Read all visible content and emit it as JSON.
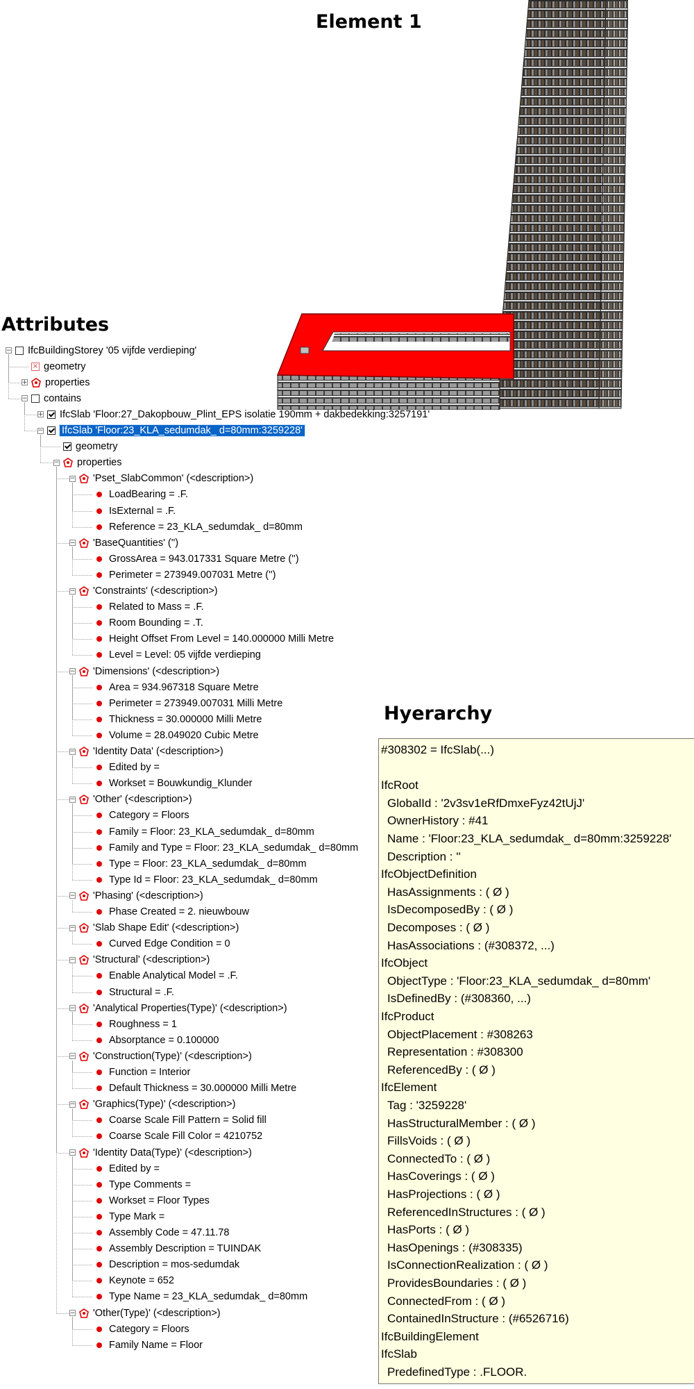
{
  "headings": {
    "element": "Element 1",
    "attributes": "Attributes",
    "hierarchy": "Hyerarchy"
  },
  "colors": {
    "selection": "#0a64c8",
    "property_dot": "#e00000",
    "tooltip_bg": "#ffffe1",
    "slab_highlight": "#ff0000"
  },
  "tree": [
    {
      "d": 0,
      "exp": "-",
      "icon": "box",
      "text": "IfcBuildingStorey '05 vijfde verdieping'"
    },
    {
      "d": 1,
      "exp": "",
      "icon": "x",
      "text": "geometry"
    },
    {
      "d": 1,
      "exp": "+",
      "icon": "prop",
      "text": "properties"
    },
    {
      "d": 1,
      "exp": "-",
      "icon": "box",
      "text": "contains"
    },
    {
      "d": 2,
      "exp": "+",
      "icon": "check",
      "text": "IfcSlab 'Floor:27_Dakopbouw_Plint_EPS isolatie 190mm + dakbedekking:3257191'"
    },
    {
      "d": 2,
      "exp": "-",
      "icon": "check",
      "text": "IfcSlab 'Floor:23_KLA_sedumdak_ d=80mm:3259228'",
      "sel": true
    },
    {
      "d": 3,
      "exp": "",
      "icon": "check",
      "text": "geometry"
    },
    {
      "d": 3,
      "exp": "-",
      "icon": "prop",
      "text": "properties"
    },
    {
      "d": 4,
      "exp": "-",
      "icon": "prop",
      "text": "'Pset_SlabCommon' (<description>)"
    },
    {
      "d": 5,
      "exp": "",
      "icon": "dot",
      "text": "LoadBearing = .F."
    },
    {
      "d": 5,
      "exp": "",
      "icon": "dot",
      "text": "IsExternal = .F."
    },
    {
      "d": 5,
      "exp": "",
      "icon": "dot",
      "text": "Reference = 23_KLA_sedumdak_ d=80mm"
    },
    {
      "d": 4,
      "exp": "-",
      "icon": "prop",
      "text": "'BaseQuantities' ('')"
    },
    {
      "d": 5,
      "exp": "",
      "icon": "dot",
      "text": "GrossArea = 943.017331 Square Metre ('')"
    },
    {
      "d": 5,
      "exp": "",
      "icon": "dot",
      "text": "Perimeter = 273949.007031 Metre ('')"
    },
    {
      "d": 4,
      "exp": "-",
      "icon": "prop",
      "text": "'Constraints' (<description>)"
    },
    {
      "d": 5,
      "exp": "",
      "icon": "dot",
      "text": "Related to Mass = .F."
    },
    {
      "d": 5,
      "exp": "",
      "icon": "dot",
      "text": "Room Bounding = .T."
    },
    {
      "d": 5,
      "exp": "",
      "icon": "dot",
      "text": "Height Offset From Level = 140.000000 Milli Metre"
    },
    {
      "d": 5,
      "exp": "",
      "icon": "dot",
      "text": "Level = Level: 05 vijfde verdieping"
    },
    {
      "d": 4,
      "exp": "-",
      "icon": "prop",
      "text": "'Dimensions' (<description>)"
    },
    {
      "d": 5,
      "exp": "",
      "icon": "dot",
      "text": "Area = 934.967318 Square Metre"
    },
    {
      "d": 5,
      "exp": "",
      "icon": "dot",
      "text": "Perimeter = 273949.007031 Milli Metre"
    },
    {
      "d": 5,
      "exp": "",
      "icon": "dot",
      "text": "Thickness = 30.000000 Milli Metre"
    },
    {
      "d": 5,
      "exp": "",
      "icon": "dot",
      "text": "Volume = 28.049020 Cubic Metre"
    },
    {
      "d": 4,
      "exp": "-",
      "icon": "prop",
      "text": "'Identity Data' (<description>)"
    },
    {
      "d": 5,
      "exp": "",
      "icon": "dot",
      "text": "Edited by ="
    },
    {
      "d": 5,
      "exp": "",
      "icon": "dot",
      "text": "Workset = Bouwkundig_Klunder"
    },
    {
      "d": 4,
      "exp": "-",
      "icon": "prop",
      "text": "'Other' (<description>)"
    },
    {
      "d": 5,
      "exp": "",
      "icon": "dot",
      "text": "Category = Floors"
    },
    {
      "d": 5,
      "exp": "",
      "icon": "dot",
      "text": "Family = Floor: 23_KLA_sedumdak_ d=80mm"
    },
    {
      "d": 5,
      "exp": "",
      "icon": "dot",
      "text": "Family and Type = Floor: 23_KLA_sedumdak_ d=80mm"
    },
    {
      "d": 5,
      "exp": "",
      "icon": "dot",
      "text": "Type = Floor: 23_KLA_sedumdak_ d=80mm"
    },
    {
      "d": 5,
      "exp": "",
      "icon": "dot",
      "text": "Type Id = Floor: 23_KLA_sedumdak_ d=80mm"
    },
    {
      "d": 4,
      "exp": "-",
      "icon": "prop",
      "text": "'Phasing' (<description>)"
    },
    {
      "d": 5,
      "exp": "",
      "icon": "dot",
      "text": "Phase Created = 2. nieuwbouw"
    },
    {
      "d": 4,
      "exp": "-",
      "icon": "prop",
      "text": "'Slab Shape Edit' (<description>)"
    },
    {
      "d": 5,
      "exp": "",
      "icon": "dot",
      "text": "Curved Edge Condition = 0"
    },
    {
      "d": 4,
      "exp": "-",
      "icon": "prop",
      "text": "'Structural' (<description>)"
    },
    {
      "d": 5,
      "exp": "",
      "icon": "dot",
      "text": "Enable Analytical Model = .F."
    },
    {
      "d": 5,
      "exp": "",
      "icon": "dot",
      "text": "Structural = .F."
    },
    {
      "d": 4,
      "exp": "-",
      "icon": "prop",
      "text": "'Analytical Properties(Type)' (<description>)"
    },
    {
      "d": 5,
      "exp": "",
      "icon": "dot",
      "text": "Roughness = 1"
    },
    {
      "d": 5,
      "exp": "",
      "icon": "dot",
      "text": "Absorptance = 0.100000"
    },
    {
      "d": 4,
      "exp": "-",
      "icon": "prop",
      "text": "'Construction(Type)' (<description>)"
    },
    {
      "d": 5,
      "exp": "",
      "icon": "dot",
      "text": "Function = Interior"
    },
    {
      "d": 5,
      "exp": "",
      "icon": "dot",
      "text": "Default Thickness = 30.000000 Milli Metre"
    },
    {
      "d": 4,
      "exp": "-",
      "icon": "prop",
      "text": "'Graphics(Type)' (<description>)"
    },
    {
      "d": 5,
      "exp": "",
      "icon": "dot",
      "text": "Coarse Scale Fill Pattern = Solid fill"
    },
    {
      "d": 5,
      "exp": "",
      "icon": "dot",
      "text": "Coarse Scale Fill Color = 4210752"
    },
    {
      "d": 4,
      "exp": "-",
      "icon": "prop",
      "text": "'Identity Data(Type)' (<description>)"
    },
    {
      "d": 5,
      "exp": "",
      "icon": "dot",
      "text": "Edited by ="
    },
    {
      "d": 5,
      "exp": "",
      "icon": "dot",
      "text": "Type Comments ="
    },
    {
      "d": 5,
      "exp": "",
      "icon": "dot",
      "text": "Workset = Floor Types"
    },
    {
      "d": 5,
      "exp": "",
      "icon": "dot",
      "text": "Type Mark ="
    },
    {
      "d": 5,
      "exp": "",
      "icon": "dot",
      "text": "Assembly Code = 47.11.78"
    },
    {
      "d": 5,
      "exp": "",
      "icon": "dot",
      "text": "Assembly Description = TUINDAK"
    },
    {
      "d": 5,
      "exp": "",
      "icon": "dot",
      "text": "Description = mos-sedumdak"
    },
    {
      "d": 5,
      "exp": "",
      "icon": "dot",
      "text": "Keynote = 652"
    },
    {
      "d": 5,
      "exp": "",
      "icon": "dot",
      "text": "Type Name = 23_KLA_sedumdak_ d=80mm"
    },
    {
      "d": 4,
      "exp": "-",
      "icon": "prop",
      "text": "'Other(Type)' (<description>)"
    },
    {
      "d": 5,
      "exp": "",
      "icon": "dot",
      "text": "Category = Floors"
    },
    {
      "d": 5,
      "exp": "",
      "icon": "dot",
      "text": "Family Name = Floor"
    }
  ],
  "hierarchy": [
    {
      "t": "#308302 = IfcSlab(...)",
      "cls": 0
    },
    {
      "t": "",
      "cls": 0
    },
    {
      "t": "IfcRoot",
      "cls": 0
    },
    {
      "t": "GlobalId : '2v3sv1eRfDmxeFyz42tUjJ'",
      "cls": 1
    },
    {
      "t": "OwnerHistory : #41",
      "cls": 1
    },
    {
      "t": "Name : 'Floor:23_KLA_sedumdak_ d=80mm:3259228'",
      "cls": 1
    },
    {
      "t": "Description : ''",
      "cls": 1
    },
    {
      "t": "IfcObjectDefinition",
      "cls": 0
    },
    {
      "t": "HasAssignments : ( Ø )",
      "cls": 1
    },
    {
      "t": "IsDecomposedBy : ( Ø )",
      "cls": 1
    },
    {
      "t": "Decomposes : ( Ø )",
      "cls": 1
    },
    {
      "t": "HasAssociations : (#308372, ...)",
      "cls": 1
    },
    {
      "t": "IfcObject",
      "cls": 0
    },
    {
      "t": "ObjectType : 'Floor:23_KLA_sedumdak_ d=80mm'",
      "cls": 1
    },
    {
      "t": "IsDefinedBy : (#308360, ...)",
      "cls": 1
    },
    {
      "t": "IfcProduct",
      "cls": 0
    },
    {
      "t": "ObjectPlacement : #308263",
      "cls": 1
    },
    {
      "t": "Representation : #308300",
      "cls": 1
    },
    {
      "t": "ReferencedBy : ( Ø )",
      "cls": 1
    },
    {
      "t": "IfcElement",
      "cls": 0
    },
    {
      "t": "Tag : '3259228'",
      "cls": 1
    },
    {
      "t": "HasStructuralMember : ( Ø )",
      "cls": 1
    },
    {
      "t": "FillsVoids : ( Ø )",
      "cls": 1
    },
    {
      "t": "ConnectedTo : ( Ø )",
      "cls": 1
    },
    {
      "t": "HasCoverings : ( Ø )",
      "cls": 1
    },
    {
      "t": "HasProjections : ( Ø )",
      "cls": 1
    },
    {
      "t": "ReferencedInStructures : ( Ø )",
      "cls": 1
    },
    {
      "t": "HasPorts : ( Ø )",
      "cls": 1
    },
    {
      "t": "HasOpenings : (#308335)",
      "cls": 1
    },
    {
      "t": "IsConnectionRealization : ( Ø )",
      "cls": 1
    },
    {
      "t": "ProvidesBoundaries : ( Ø )",
      "cls": 1
    },
    {
      "t": "ConnectedFrom : ( Ø )",
      "cls": 1
    },
    {
      "t": "ContainedInStructure : (#6526716)",
      "cls": 1
    },
    {
      "t": "IfcBuildingElement",
      "cls": 0
    },
    {
      "t": "IfcSlab",
      "cls": 0
    },
    {
      "t": "PredefinedType : .FLOOR.",
      "cls": 1
    }
  ]
}
